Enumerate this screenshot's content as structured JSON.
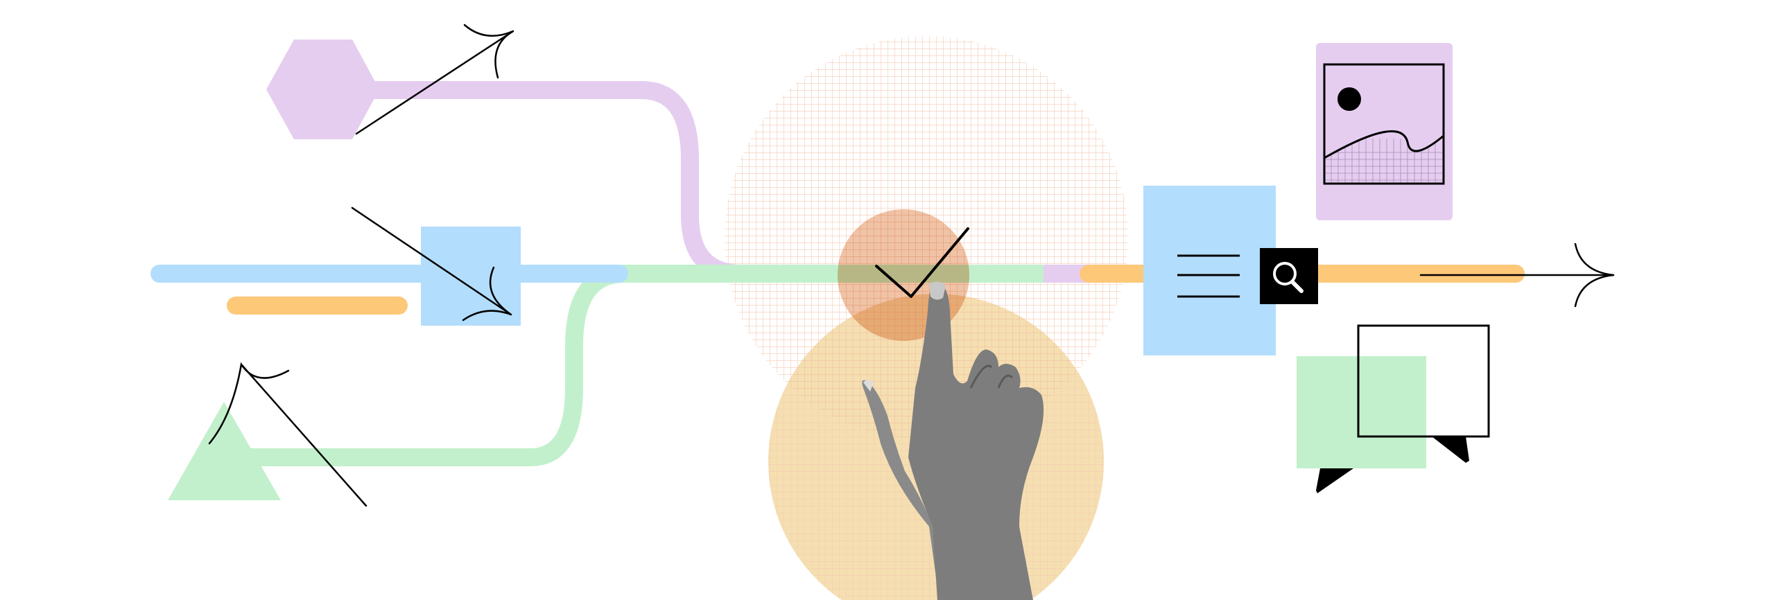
{
  "illustration": {
    "colors": {
      "purple": "#e5cdf0",
      "blue": "#b3ddfc",
      "green": "#c2f0cc",
      "orange": "#fdc878",
      "peach": "#f0c3a6",
      "sand": "#f5dfb1",
      "grid": "#f3c9b3",
      "ink": "#000000"
    },
    "icons": [
      "hexagon-shape",
      "triangle-shape",
      "check-icon",
      "search-icon",
      "image-icon",
      "chat-bubbles-icon",
      "document-lines-icon",
      "arrow-icon",
      "pointing-hand-image"
    ]
  }
}
